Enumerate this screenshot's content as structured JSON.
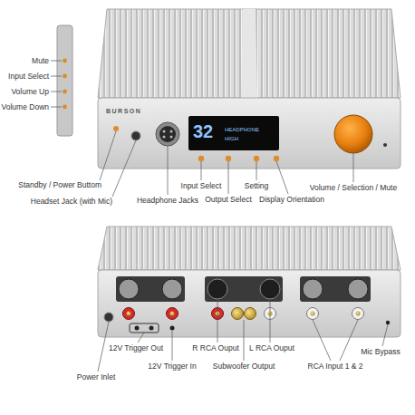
{
  "diagram": {
    "labels": [
      "Mute",
      "Input Select",
      "Volume Up",
      "Volume Down",
      "BURSON",
      "32",
      "HEADPHONE",
      "HIGH",
      "Standby / Power Buttom",
      "Headset Jack (with Mic)",
      "Headphone Jacks",
      "Input Select",
      "Output Select",
      "Setting",
      "Display Orientation",
      "Volume / Selection / Mute",
      "12V Trigger Out",
      "R RCA Ouput",
      "L RCA Ouput",
      "Mic Bypass",
      "Power Inlet",
      "12V Trigger In",
      "Subwoofer Output",
      "RCA Input 1 & 2"
    ]
  }
}
